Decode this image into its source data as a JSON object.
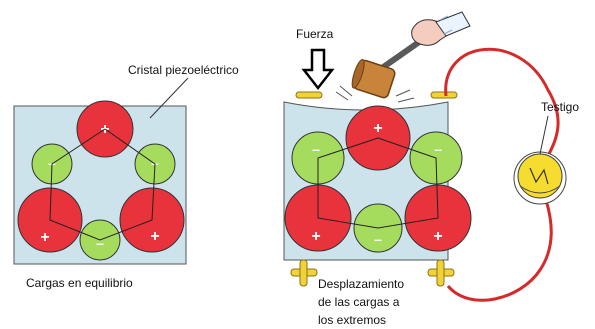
{
  "labels": {
    "crystal": "Cristal piezoeléctrico",
    "equilibrium": "Cargas en equilibrio",
    "force": "Fuerza",
    "indicator": "Testigo",
    "displacement_line1": "Desplazamiento",
    "displacement_line2": "de las cargas a",
    "displacement_line3": "los extremos"
  },
  "symbols": {
    "positive": "+",
    "negative": "–"
  },
  "colors": {
    "crystal_fill": "#cde3ec",
    "positive_charge": "#e8323c",
    "negative_charge": "#a6dc5e",
    "plate": "#f2d23a",
    "wire": "#d42a2a",
    "lamp": "#f6dc2e",
    "hammer_head": "#c9843c"
  },
  "icons": [
    "hammer-icon",
    "hand-icon",
    "down-arrow-icon",
    "lamp-icon"
  ]
}
